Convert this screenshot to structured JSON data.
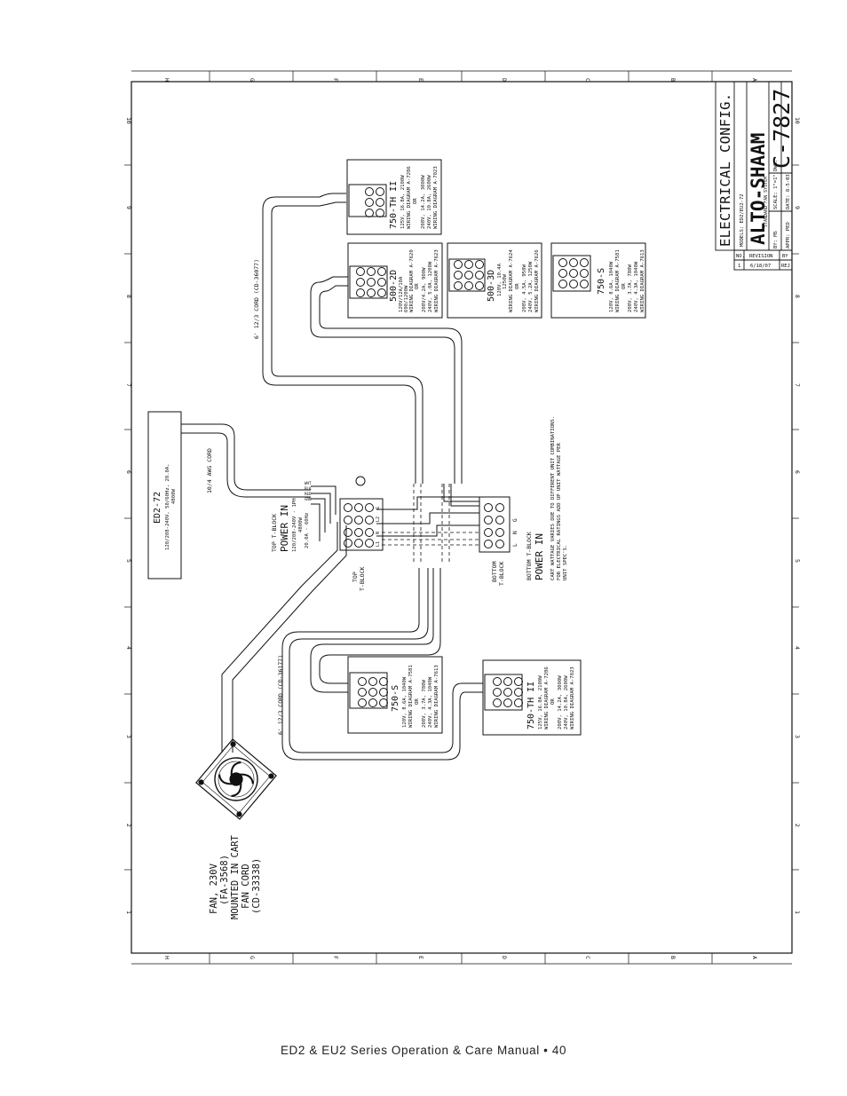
{
  "border": {
    "zones_top": [
      "H",
      "G",
      "F",
      "E",
      "D",
      "C",
      "B",
      "A"
    ],
    "zones_side": [
      "10",
      "9",
      "8",
      "7",
      "6",
      "5",
      "4",
      "3",
      "2",
      "1"
    ]
  },
  "title_block": {
    "title": "ELECTRICAL CONFIG.",
    "brand": "ALTO-SHAAM",
    "models": "MODELS: ED2/EU2-72",
    "ref": "STANDARD FAN SYSTEM",
    "dwg_label": "DWG:",
    "dwg_number": "C-7827",
    "scale": "SCALE: 1\"=1\"",
    "by": "BY: MS",
    "appr": "APPR: PED",
    "date": "DATE: 8-5-03",
    "rev_no_hdr": "NO.",
    "rev_hdr": "REVISION",
    "rev_by_hdr": "BY",
    "rev_no": "1",
    "rev_date": "6/18/07",
    "rev_by": "REJ"
  },
  "modules": {
    "m750th_top": {
      "name": "750-TH II",
      "l1": "125V, 16.8A, 2100W",
      "l2": "WIRING DIAGRAM A-7286",
      "l3": "OR",
      "l4": "208V, 14.2A, 3000W",
      "l5": "240V, 10.8A, 2600W",
      "l6": "WIRING DIAGRAM A-7023"
    },
    "m500_2d": {
      "name": "500-2D",
      "l1": "120V/12A/10A",
      "l2": "690/1200W",
      "l3": "WIRING DIAGRAM A-7620",
      "l4": "OR",
      "l5": "208V/4.2A, 900W",
      "l6": "240V, 5.0A, 1200W",
      "l7": "WIRING DIAGRAM A-7623"
    },
    "m500_3d": {
      "name": "500-3D",
      "l1": "120V, 10.4A",
      "l2": "1250W",
      "l3": "WIRING DIAGRAM A-7624",
      "l4": "OR",
      "l5": "208V, 4.5A, 950W",
      "l6": "240V, 5.2A, 1250W",
      "l7": "WIRING DIAGRAM A-7626"
    },
    "m750s_top": {
      "name": "750-S",
      "l1": "120V, 8.6A, 1040W",
      "l2": "WIRING DIAGRAM A-7581",
      "l3": "OR",
      "l4": "208V, 3.7A, 780W",
      "l5": "240V, 4.3A, 1040W",
      "l6": "WIRING DIAGRAM A-7613"
    },
    "m750s_bot": {
      "name": "750-S",
      "l1": "120V, 8.6A, 1040W",
      "l2": "WIRING DIAGRAM A-7581",
      "l3": "OR",
      "l4": "208V, 3.7A, 780W",
      "l5": "240V, 4.3A, 1040W",
      "l6": "WIRING DIAGRAM A-7613"
    },
    "m750th_bot": {
      "name": "750-TH II",
      "l1": "125V, 16.8A, 2100W",
      "l2": "WIRING DIAGRAM A-7286",
      "l3": "OR",
      "l4": "208V, 14.2A, 3000W",
      "l5": "240V, 10.8A, 2600W",
      "l6": "WIRING DIAGRAM A-7023"
    }
  },
  "ed2": {
    "name": "ED2-72",
    "spec1": "120/208-240V, 50/60Hz, 20.0A,",
    "spec2": "4800W"
  },
  "labels": {
    "cord_top": "6' 12/3 CORD (CD-36077)",
    "cord_bot": "6' 12/3 CORD (CD-36177)",
    "avg_cord": "10/4 AWG CORD",
    "top_tblock_1": "TOP T-BLOCK",
    "power_in_1": "POWER IN",
    "power_spec1": "120/208-240V - 1PH",
    "power_spec2": "4800W",
    "power_spec3": "20.0A - 60Hz",
    "top_tblock_a": "TOP",
    "top_tblock_b": "T-BLOCK",
    "bottom_tblock_1": "BOTTOM T-BLOCK",
    "power_in_2": "POWER IN",
    "bottom_tblock_a": "BOTTOM",
    "bottom_tblock_b": "T-BLOCK",
    "note1": "CART WATTAGE VARIES DUE TO DIFFERENT UNIT COMBINATIONS.",
    "note2": "FOR ELECTRICAL RATINGS ADD UP UNIT WATTAGE PER",
    "note3": "UNIT SPEC'S.",
    "fan1": "FAN, 230V",
    "fan2": "(FA-3568)",
    "fan3": "MOUNTED IN CART",
    "fan4": "FAN CORD",
    "fan5": "(CD-33338)",
    "w_wht": "WHT",
    "w_blk": "BLK",
    "w_red": "RED",
    "w_grn": "GRN",
    "t_l1": "L1",
    "t_l2": "L2",
    "t_n": "N",
    "t_g": "G",
    "t_l": "L",
    "t_n2": "N",
    "t_g2": "G"
  },
  "footer": {
    "text": "ED2 & EU2 Series Operation & Care Manual • 40"
  }
}
